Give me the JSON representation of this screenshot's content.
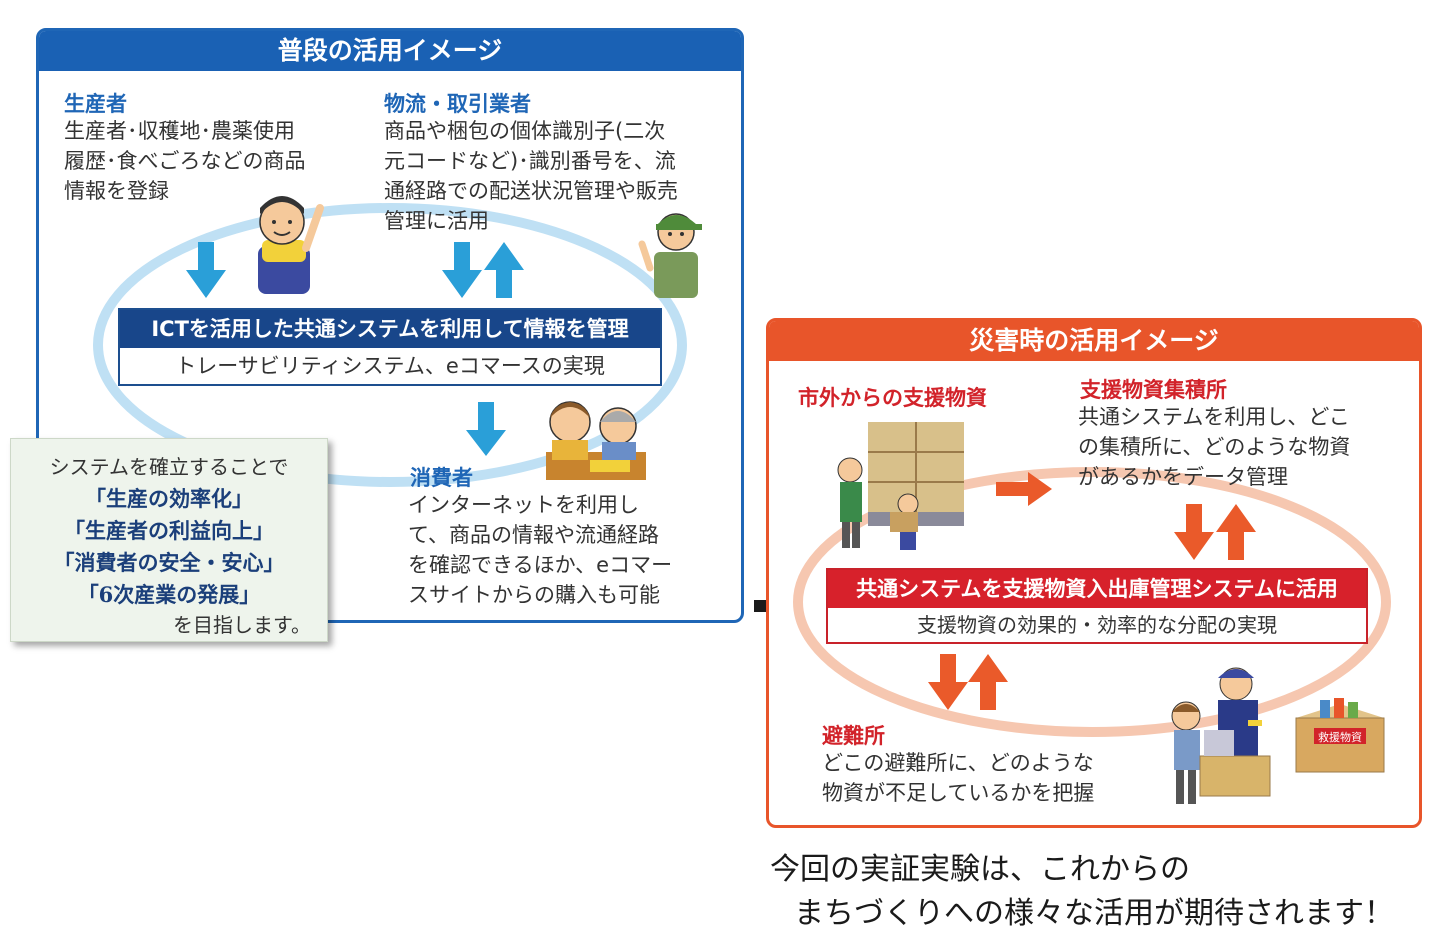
{
  "normal": {
    "title": "普段の活用イメージ",
    "producer": {
      "label": "生産者",
      "lines": [
        "生産者･収穫地･農薬使用",
        "履歴･食べごろなどの商品",
        "情報を登録"
      ]
    },
    "logistics": {
      "label": "物流・取引業者",
      "lines": [
        "商品や梱包の個体識別子(二次",
        "元コードなど)･識別番号を、流",
        "通経路での配送状況管理や販売",
        "管理に活用"
      ]
    },
    "system": {
      "title": "ICTを活用した共通システムを利用して情報を管理",
      "subtitle": "トレーサビリティシステム、eコマースの実現"
    },
    "consumer": {
      "label": "消費者",
      "lines": [
        "インターネットを利用し",
        "て、商品の情報や流通経路",
        "を確認できるほか、eコマー",
        "スサイトからの購入も可能"
      ]
    }
  },
  "goals": {
    "intro": "システムを確立することで",
    "items": [
      "「生産の効率化」",
      "「生産者の利益向上」",
      "「消費者の安全・安心」",
      "「6次産業の発展」"
    ],
    "outro": "を目指します。"
  },
  "disaster": {
    "title": "災害時の活用イメージ",
    "supplies": {
      "label": "市外からの支援物資"
    },
    "depot": {
      "label": "支援物資集積所",
      "lines": [
        "共通システムを利用し、どこ",
        "の集積所に、どのような物資",
        "があるかをデータ管理"
      ]
    },
    "system": {
      "title": "共通システムを支援物資入出庫管理システムに活用",
      "subtitle": "支援物資の効果的・効率的な分配の実現"
    },
    "shelter": {
      "label": "避難所",
      "lines": [
        "どこの避難所に、どのような",
        "物資が不足しているかを把握"
      ]
    },
    "box_label": "救援物資"
  },
  "closing": {
    "line1": "今回の実証実験は、これからの",
    "line2": "まちづくりへの様々な活用が期待されます！"
  },
  "colors": {
    "blue_header": "#1a61b4",
    "blue_ring": "#bfe0f4",
    "blue_arrow": "#2a9fd8",
    "red_header": "#e8552a",
    "red_ring": "#f6c7b0",
    "red_arrow": "#ea5a2a",
    "goal_bg": "#eef4ec"
  },
  "icons": [
    "arrow-down-icon",
    "arrow-up-icon",
    "arrow-right-icon",
    "producer-figure-icon",
    "worker-figure-icon",
    "consumer-figure-icon",
    "warehouse-figure-icon",
    "shelter-figure-icon",
    "supply-box-icon"
  ]
}
